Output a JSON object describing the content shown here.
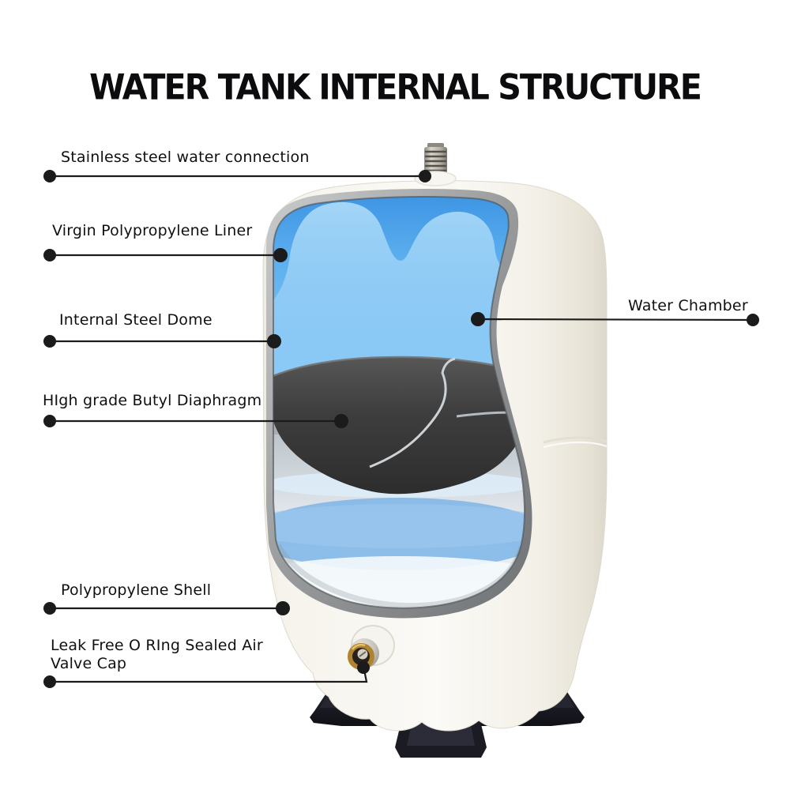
{
  "title": "WATER TANK INTERNAL STRUCTURE",
  "callouts": [
    {
      "id": "stainless-steel-water-connection",
      "text": "Stainless steel water connection"
    },
    {
      "id": "virgin-polypropylene-liner",
      "text": "Virgin Polypropylene Liner"
    },
    {
      "id": "internal-steel-dome",
      "text": "Internal Steel Dome"
    },
    {
      "id": "high-grade-butyl-diaphragm",
      "text": "HIgh grade Butyl Diaphragm"
    },
    {
      "id": "water-chamber",
      "text": "Water Chamber"
    },
    {
      "id": "polypropylene-shell",
      "text": "Polypropylene Shell"
    },
    {
      "id": "leak-free-o-ring-sealed-air-valve-cap",
      "text": "Leak Free O RIng Sealed Air",
      "text2": "Valve Cap"
    }
  ],
  "colors": {
    "title-text": "#0c0c0e",
    "label-text": "#101012",
    "callout-line": "#1b1b1b",
    "water-blue-dark": "#3a92e2",
    "water-blue-mid": "#5dafee",
    "water-blue-light": "#8fcdf7",
    "liner-highlight-blue": "#a9d9f8",
    "diaphragm-dark-gray": "#3c3c3c",
    "diaphragm-cut-edge": "#cdd2d6",
    "steel-dome-rim-gray": "#9a9d9f",
    "air-chamber-gray": "#d3d8dd",
    "air-band-blue": "#8fc0ea",
    "shell-cream": "#f7f4ee",
    "shell-shadow": "#ddd9cc",
    "base-black": "#15151d",
    "valve-brass": "#b08330",
    "fitting-steel": "#c4c0b6"
  }
}
